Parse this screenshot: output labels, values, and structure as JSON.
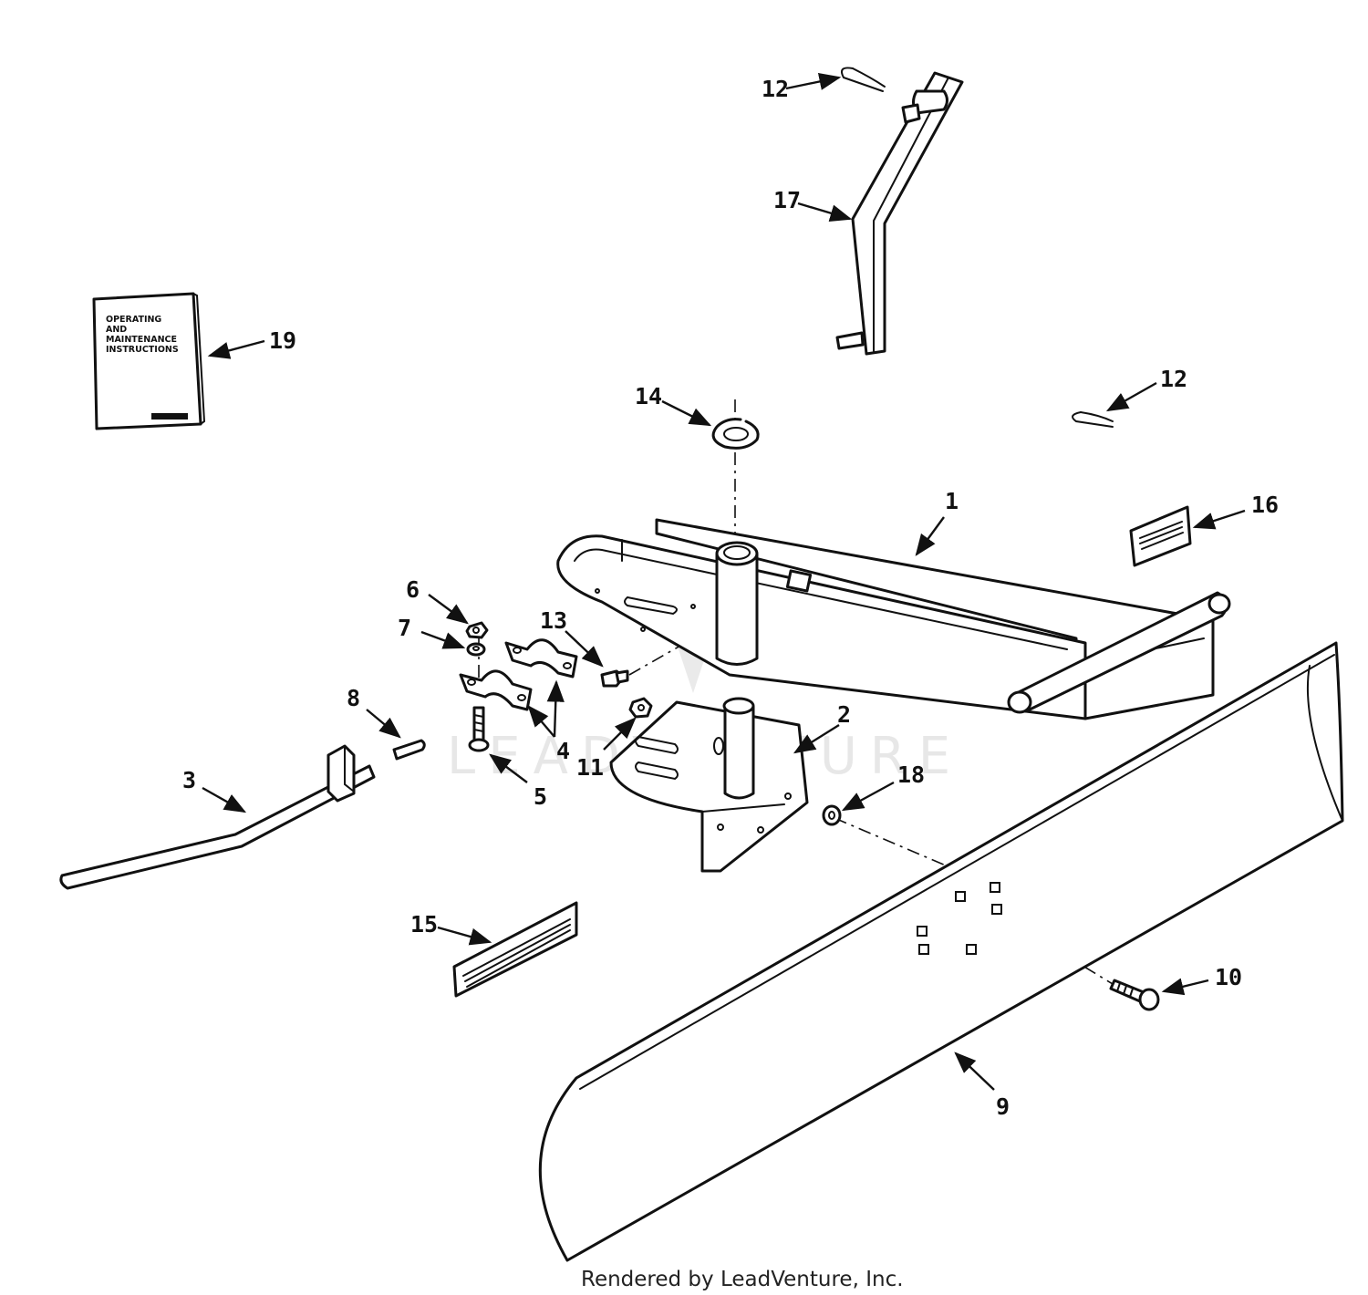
{
  "watermark": "LEADVENTURE",
  "manual": {
    "line1": "OPERATING",
    "line2": "AND",
    "line3": "MAINTENANCE",
    "line4": "INSTRUCTIONS"
  },
  "callouts": [
    {
      "id": "c1",
      "text": "1"
    },
    {
      "id": "c2",
      "text": "2"
    },
    {
      "id": "c3",
      "text": "3"
    },
    {
      "id": "c4",
      "text": "4"
    },
    {
      "id": "c5",
      "text": "5"
    },
    {
      "id": "c6",
      "text": "6"
    },
    {
      "id": "c7",
      "text": "7"
    },
    {
      "id": "c8",
      "text": "8"
    },
    {
      "id": "c9",
      "text": "9"
    },
    {
      "id": "c10",
      "text": "10"
    },
    {
      "id": "c11",
      "text": "11"
    },
    {
      "id": "c12a",
      "text": "12"
    },
    {
      "id": "c12b",
      "text": "12"
    },
    {
      "id": "c13",
      "text": "13"
    },
    {
      "id": "c14",
      "text": "14"
    },
    {
      "id": "c15",
      "text": "15"
    },
    {
      "id": "c16",
      "text": "16"
    },
    {
      "id": "c17",
      "text": "17"
    },
    {
      "id": "c18",
      "text": "18"
    },
    {
      "id": "c19",
      "text": "19"
    }
  ],
  "footer": "Rendered by LeadVenture, Inc."
}
